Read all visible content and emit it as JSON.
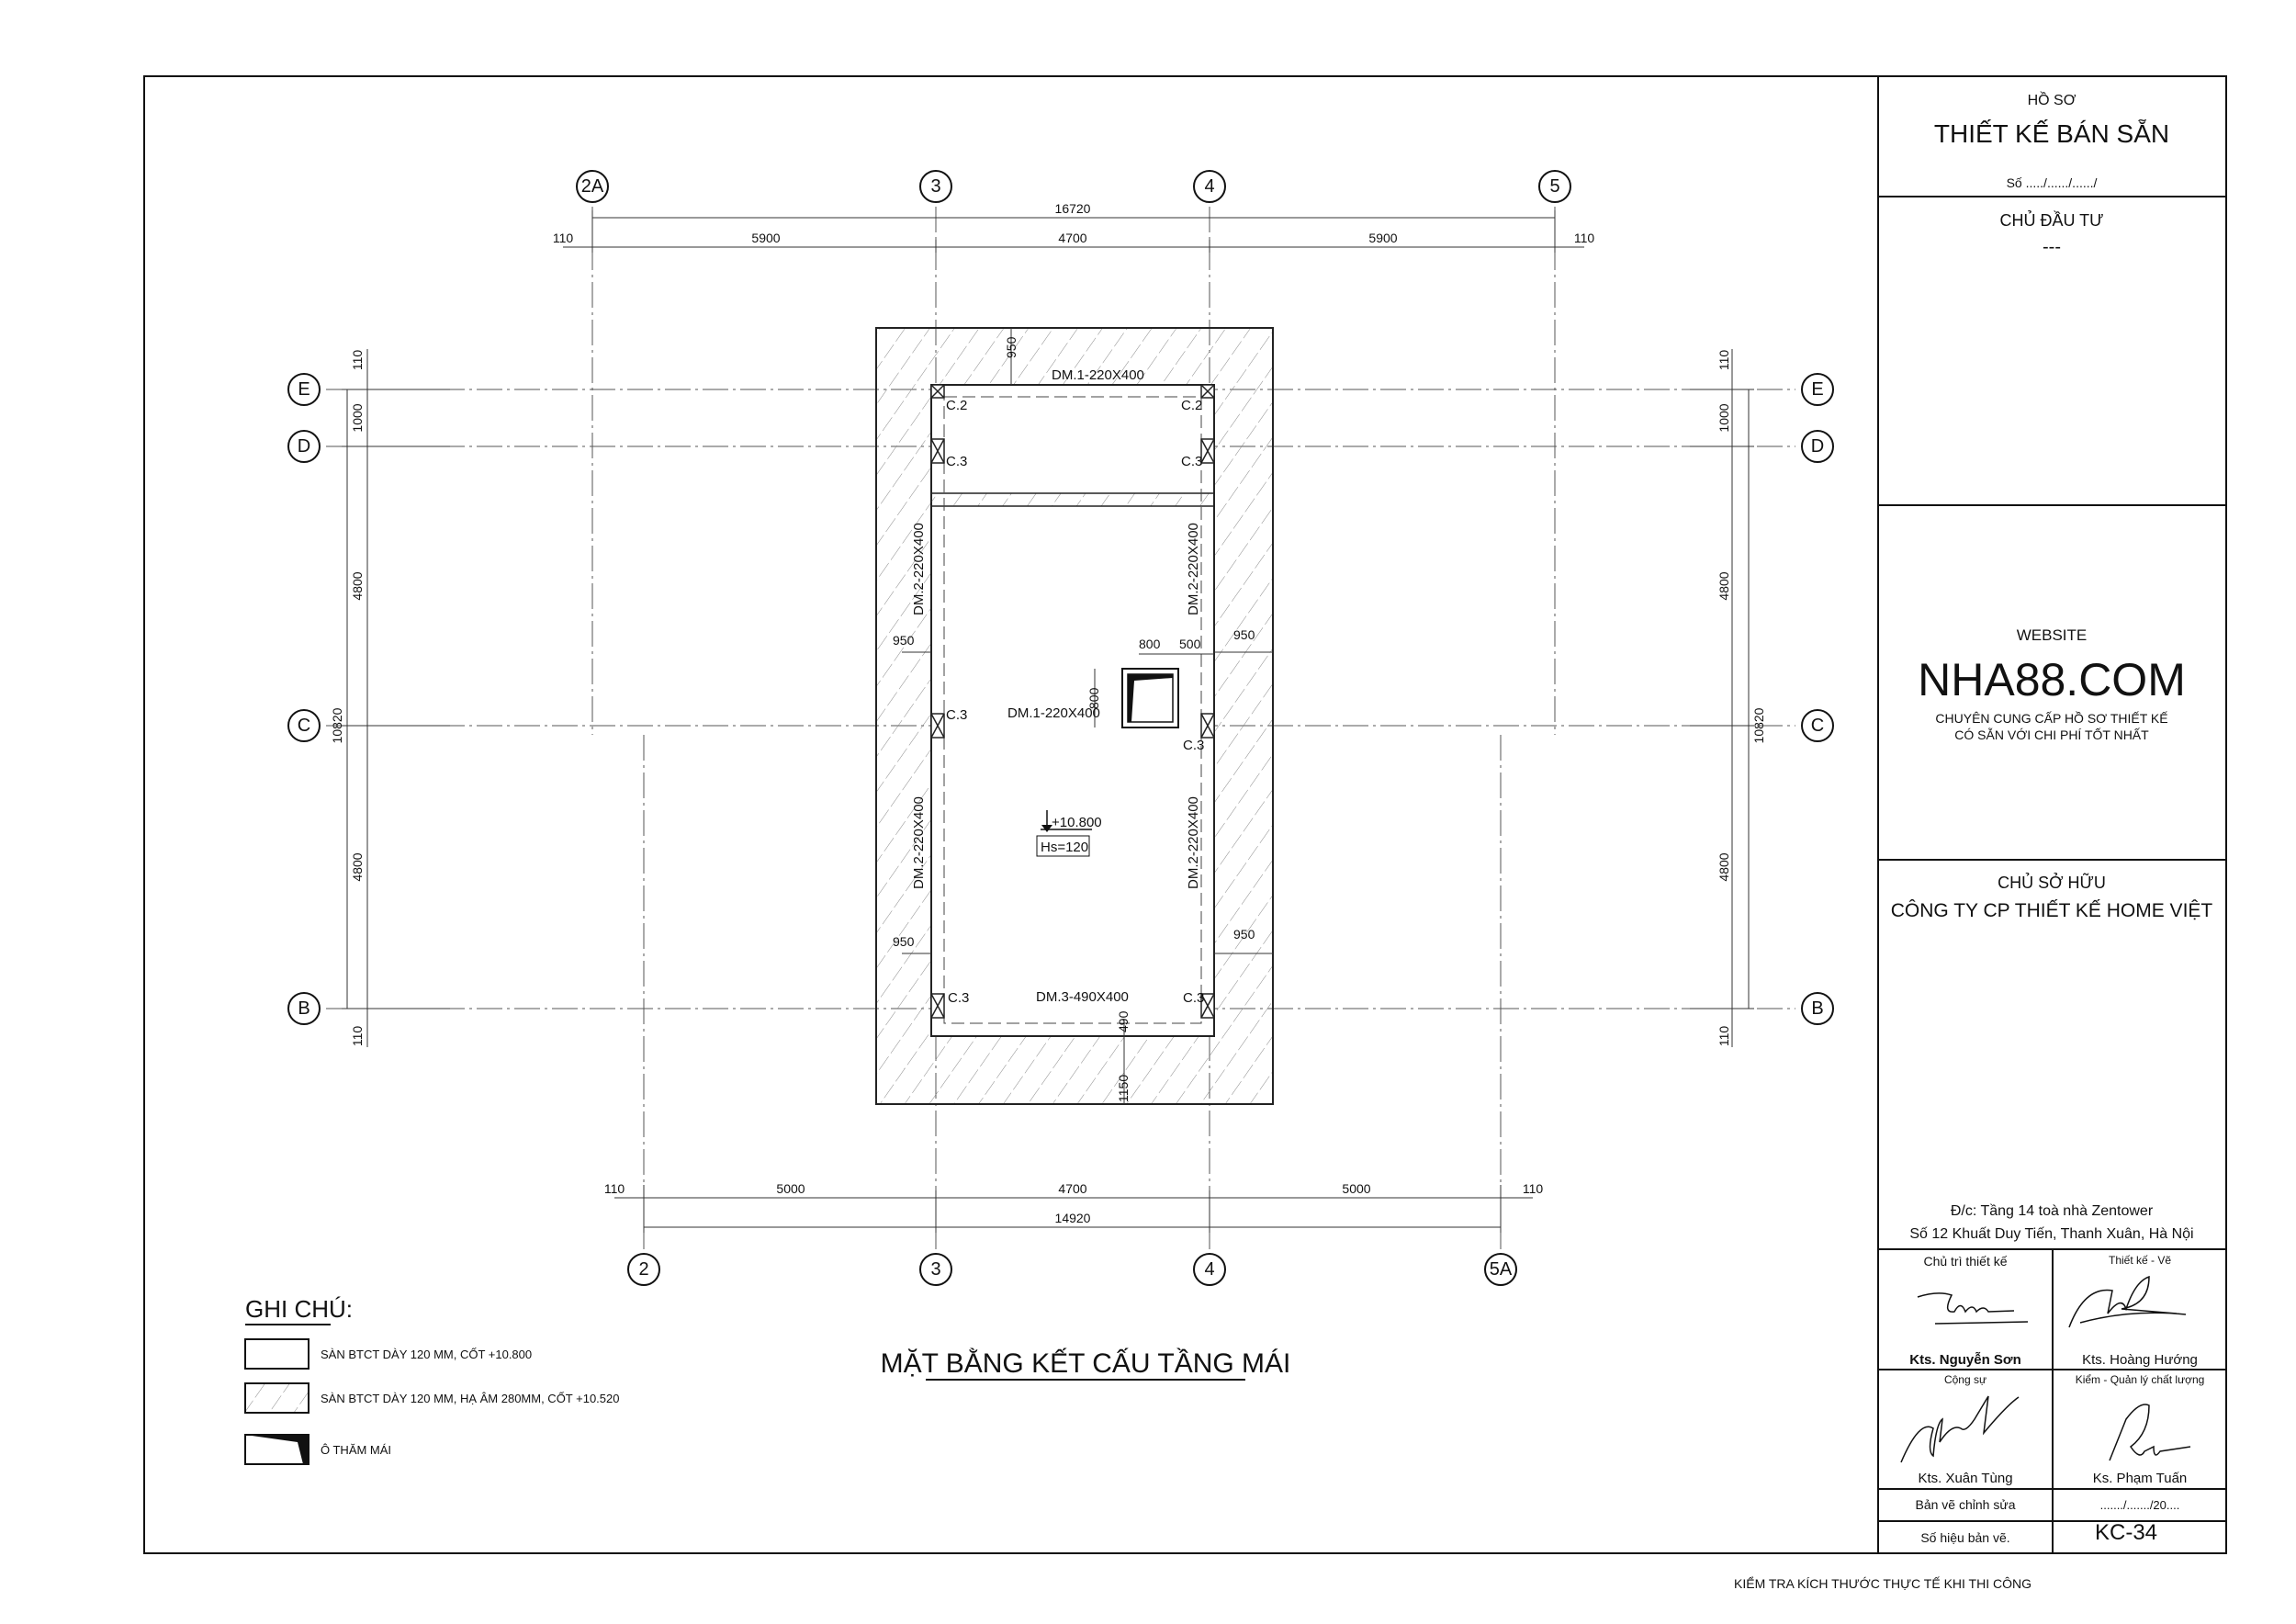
{
  "drawing": {
    "title": "MẶT BẰNG KẾT CẤU TẦNG MÁI",
    "grid_columns_top": [
      "2A",
      "3",
      "4",
      "5"
    ],
    "grid_columns_bottom": [
      "2",
      "3",
      "4",
      "5A"
    ],
    "grid_rows": [
      "E",
      "D",
      "C",
      "B"
    ],
    "dims_top": {
      "total": "16720",
      "segments": [
        "110",
        "5900",
        "4700",
        "5900",
        "110"
      ]
    },
    "dims_bottom": {
      "total": "14920",
      "segments": [
        "110",
        "5000",
        "4700",
        "5000",
        "110"
      ]
    },
    "dims_left": {
      "total": "10820",
      "segments": [
        "110",
        "1000",
        "4800",
        "4800",
        "110"
      ]
    },
    "dims_right": {
      "total": "10820",
      "segments": [
        "110",
        "1000",
        "4800",
        "4800",
        "110"
      ]
    },
    "inner_dims": {
      "top_950": "950",
      "left_950_a": "950",
      "right_950_a": "950",
      "left_950_b": "950",
      "right_950_b": "950",
      "open_w": "800",
      "open_off": "500",
      "open_h": "800",
      "bottom_490": "490",
      "bottom_1150": "1150"
    },
    "beams": {
      "top": "DM.1-220X400",
      "middle": "DM.1-220X400",
      "bottom": "DM.3-490X400",
      "left_a": "DM.2-220X400",
      "left_b": "DM.2-220X400",
      "right_a": "DM.2-220X400",
      "right_b": "DM.2-220X400"
    },
    "columns": {
      "c2_tl": "C.2",
      "c2_tr": "C.2",
      "c3_dl": "C.3",
      "c3_dr": "C.3",
      "c3_cl": "C.3",
      "c3_cr": "C.3",
      "c3_bl": "C.3",
      "c3_br": "C.3"
    },
    "level": "+10.800",
    "slab_thickness": "Hs=120"
  },
  "legend": {
    "title": "GHI CHÚ:",
    "items": [
      {
        "label": "SÀN BTCT DÀY 120 MM, CỐT +10.800"
      },
      {
        "label": "SÀN BTCT DÀY 120 MM, HẠ ÂM 280MM, CỐT +10.520"
      },
      {
        "label": "Ô THĂM MÁI"
      }
    ]
  },
  "footer_note": "KIỂM TRA KÍCH THƯỚC THỰC TẾ KHI THI CÔNG",
  "title_block": {
    "ho_so": "HỒ SƠ",
    "main_title": "THIẾT KẾ BÁN SẴN",
    "so": "Số ...../....../....../",
    "chu_dau_tu_label": "CHỦ ĐẦU TƯ",
    "chu_dau_tu_value": "---",
    "website_label": "WEBSITE",
    "website": "NHA88.COM",
    "tagline_1": "CHUYÊN CUNG CẤP HỒ SƠ THIẾT KẾ",
    "tagline_2": "CÓ SẴN VỚI CHI PHÍ TỐT NHẤT",
    "chu_so_huu_label": "CHỦ SỞ HỮU",
    "chu_so_huu": "CÔNG TY CP THIẾT KẾ HOME VIỆT",
    "address_1": "Đ/c: Tầng 14 toà nhà Zentower",
    "address_2": "Số 12 Khuất Duy Tiến, Thanh Xuân, Hà Nội",
    "roles": [
      {
        "role": "Chủ trì thiết kế",
        "name": "Kts. Nguyễn Sơn"
      },
      {
        "role": "Thiết kế - Vẽ",
        "name": "Kts. Hoàng Hướng"
      },
      {
        "role": "Cộng sự",
        "name": "Kts. Xuân Tùng"
      },
      {
        "role": "Kiểm - Quản lý chất lượng",
        "name": "Ks. Phạm Tuấn"
      }
    ],
    "revision_label": "Bản vẽ chỉnh sửa",
    "revision_date": "......./......./20....",
    "drawing_no_label": "Số hiệu bản vẽ.",
    "drawing_no": "KC-34"
  }
}
